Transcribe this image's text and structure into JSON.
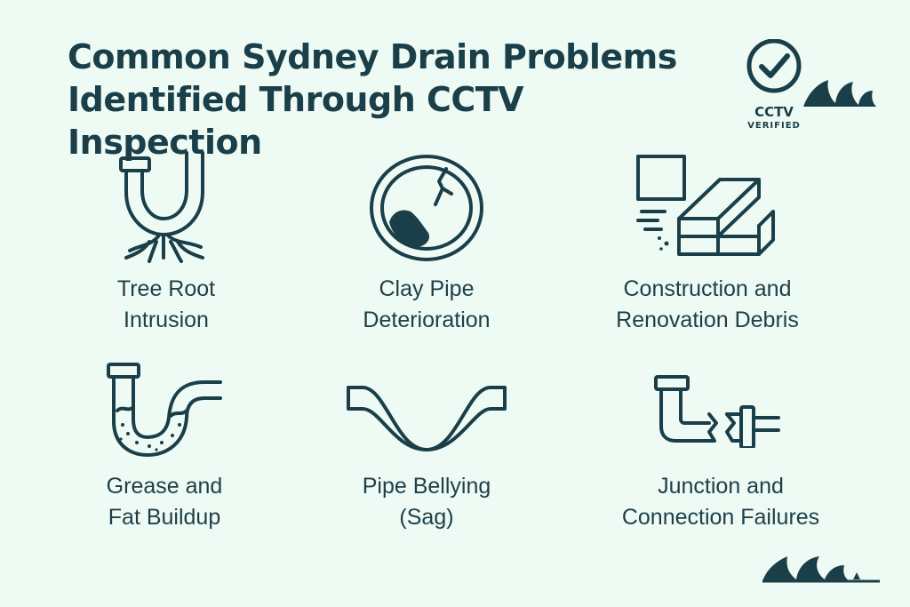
{
  "title": {
    "line1": "Common Sydney Drain Problems",
    "line2": "Identified Through CCTV Inspection"
  },
  "badge": {
    "icon": "checkmark-circle-icon",
    "line1": "CCTV",
    "line2": "VERIFIED"
  },
  "problems": [
    {
      "icon": "tree-root-pipe-icon",
      "line1": "Tree Root",
      "line2": "Intrusion"
    },
    {
      "icon": "cracked-pipe-icon",
      "line1": "Clay Pipe",
      "line2": "Deterioration"
    },
    {
      "icon": "bricks-debris-icon",
      "line1": "Construction and",
      "line2": "Renovation Debris"
    },
    {
      "icon": "grease-trap-pipe-icon",
      "line1": "Grease and",
      "line2": "Fat Buildup"
    },
    {
      "icon": "sagging-pipe-icon",
      "line1": "Pipe Bellying",
      "line2": "(Sag)"
    },
    {
      "icon": "broken-junction-icon",
      "line1": "Junction and",
      "line2": "Connection Failures"
    }
  ],
  "colors": {
    "background": "#eefaf4",
    "ink": "#1a3f49"
  }
}
